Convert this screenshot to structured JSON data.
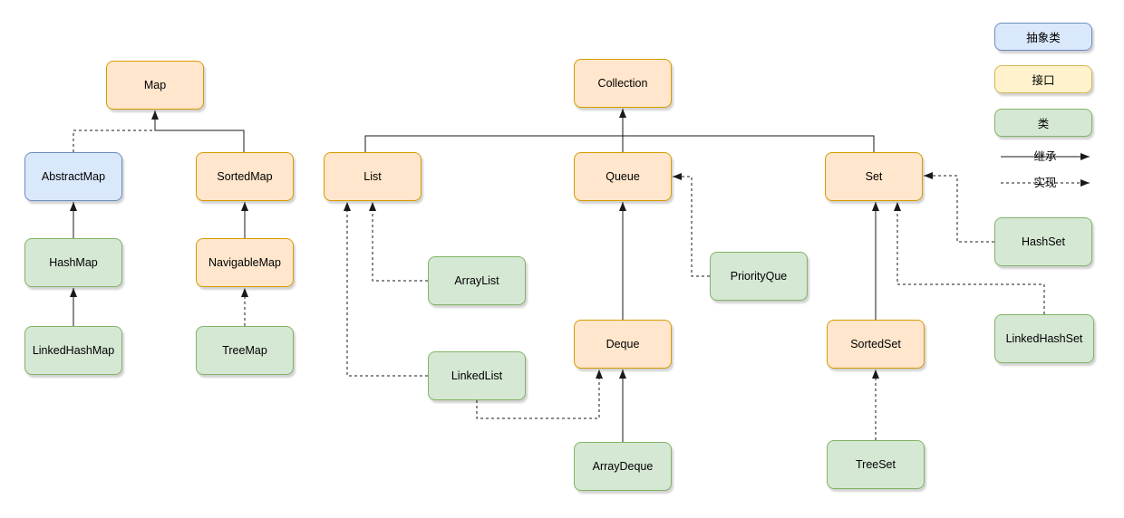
{
  "diagram": {
    "description": "Java collections framework hierarchy diagram",
    "nodes": {
      "map": {
        "label": "Map",
        "type": "interface"
      },
      "abstract_map": {
        "label": "AbstractMap",
        "type": "abstract"
      },
      "sorted_map": {
        "label": "SortedMap",
        "type": "interface"
      },
      "hash_map": {
        "label": "HashMap",
        "type": "class"
      },
      "navigable_map": {
        "label": "NavigableMap",
        "type": "interface"
      },
      "linked_hash_map": {
        "label": "LinkedHashMap",
        "type": "class"
      },
      "tree_map": {
        "label": "TreeMap",
        "type": "class"
      },
      "collection": {
        "label": "Collection",
        "type": "interface"
      },
      "list": {
        "label": "List",
        "type": "interface"
      },
      "queue": {
        "label": "Queue",
        "type": "interface"
      },
      "set": {
        "label": "Set",
        "type": "interface"
      },
      "array_list": {
        "label": "ArrayList",
        "type": "class"
      },
      "priority_que": {
        "label": "PriorityQue",
        "type": "class"
      },
      "hash_set": {
        "label": "HashSet",
        "type": "class"
      },
      "deque": {
        "label": "Deque",
        "type": "interface"
      },
      "linked_list": {
        "label": "LinkedList",
        "type": "class"
      },
      "sorted_set": {
        "label": "SortedSet",
        "type": "interface"
      },
      "linked_hash_set": {
        "label": "LinkedHashSet",
        "type": "class"
      },
      "array_deque": {
        "label": "ArrayDeque",
        "type": "class"
      },
      "tree_set": {
        "label": "TreeSet",
        "type": "class"
      }
    },
    "edges": [
      {
        "from": "AbstractMap",
        "to": "Map",
        "relation": "implement"
      },
      {
        "from": "SortedMap",
        "to": "Map",
        "relation": "inherit"
      },
      {
        "from": "HashMap",
        "to": "AbstractMap",
        "relation": "inherit"
      },
      {
        "from": "NavigableMap",
        "to": "SortedMap",
        "relation": "inherit"
      },
      {
        "from": "LinkedHashMap",
        "to": "HashMap",
        "relation": "inherit"
      },
      {
        "from": "TreeMap",
        "to": "NavigableMap",
        "relation": "implement"
      },
      {
        "from": "List",
        "to": "Collection",
        "relation": "inherit"
      },
      {
        "from": "Queue",
        "to": "Collection",
        "relation": "inherit"
      },
      {
        "from": "Set",
        "to": "Collection",
        "relation": "inherit"
      },
      {
        "from": "ArrayList",
        "to": "List",
        "relation": "implement"
      },
      {
        "from": "LinkedList",
        "to": "List",
        "relation": "implement"
      },
      {
        "from": "LinkedList",
        "to": "Deque",
        "relation": "implement"
      },
      {
        "from": "Deque",
        "to": "Queue",
        "relation": "inherit"
      },
      {
        "from": "ArrayDeque",
        "to": "Deque",
        "relation": "inherit"
      },
      {
        "from": "PriorityQue",
        "to": "Queue",
        "relation": "implement"
      },
      {
        "from": "SortedSet",
        "to": "Set",
        "relation": "inherit"
      },
      {
        "from": "HashSet",
        "to": "Set",
        "relation": "implement"
      },
      {
        "from": "LinkedHashSet",
        "to": "Set",
        "relation": "implement"
      },
      {
        "from": "TreeSet",
        "to": "SortedSet",
        "relation": "implement"
      }
    ]
  },
  "legend": {
    "abstract_class": {
      "label": "抽象类"
    },
    "interface": {
      "label": "接口"
    },
    "class": {
      "label": "类"
    },
    "inherit": {
      "label": "继承"
    },
    "implement": {
      "label": "实现"
    }
  },
  "colors": {
    "interface_fill": "#ffe6cc",
    "interface_stroke": "#d79b00",
    "abstract_fill": "#dae8fc",
    "abstract_stroke": "#6c8ebf",
    "class_fill": "#d5e8d4",
    "class_stroke": "#82b366",
    "legend_interface_fill": "#fff2cc",
    "legend_interface_stroke": "#d6b656",
    "edge_stroke": "#1a1a1a",
    "background": "#ffffff"
  }
}
